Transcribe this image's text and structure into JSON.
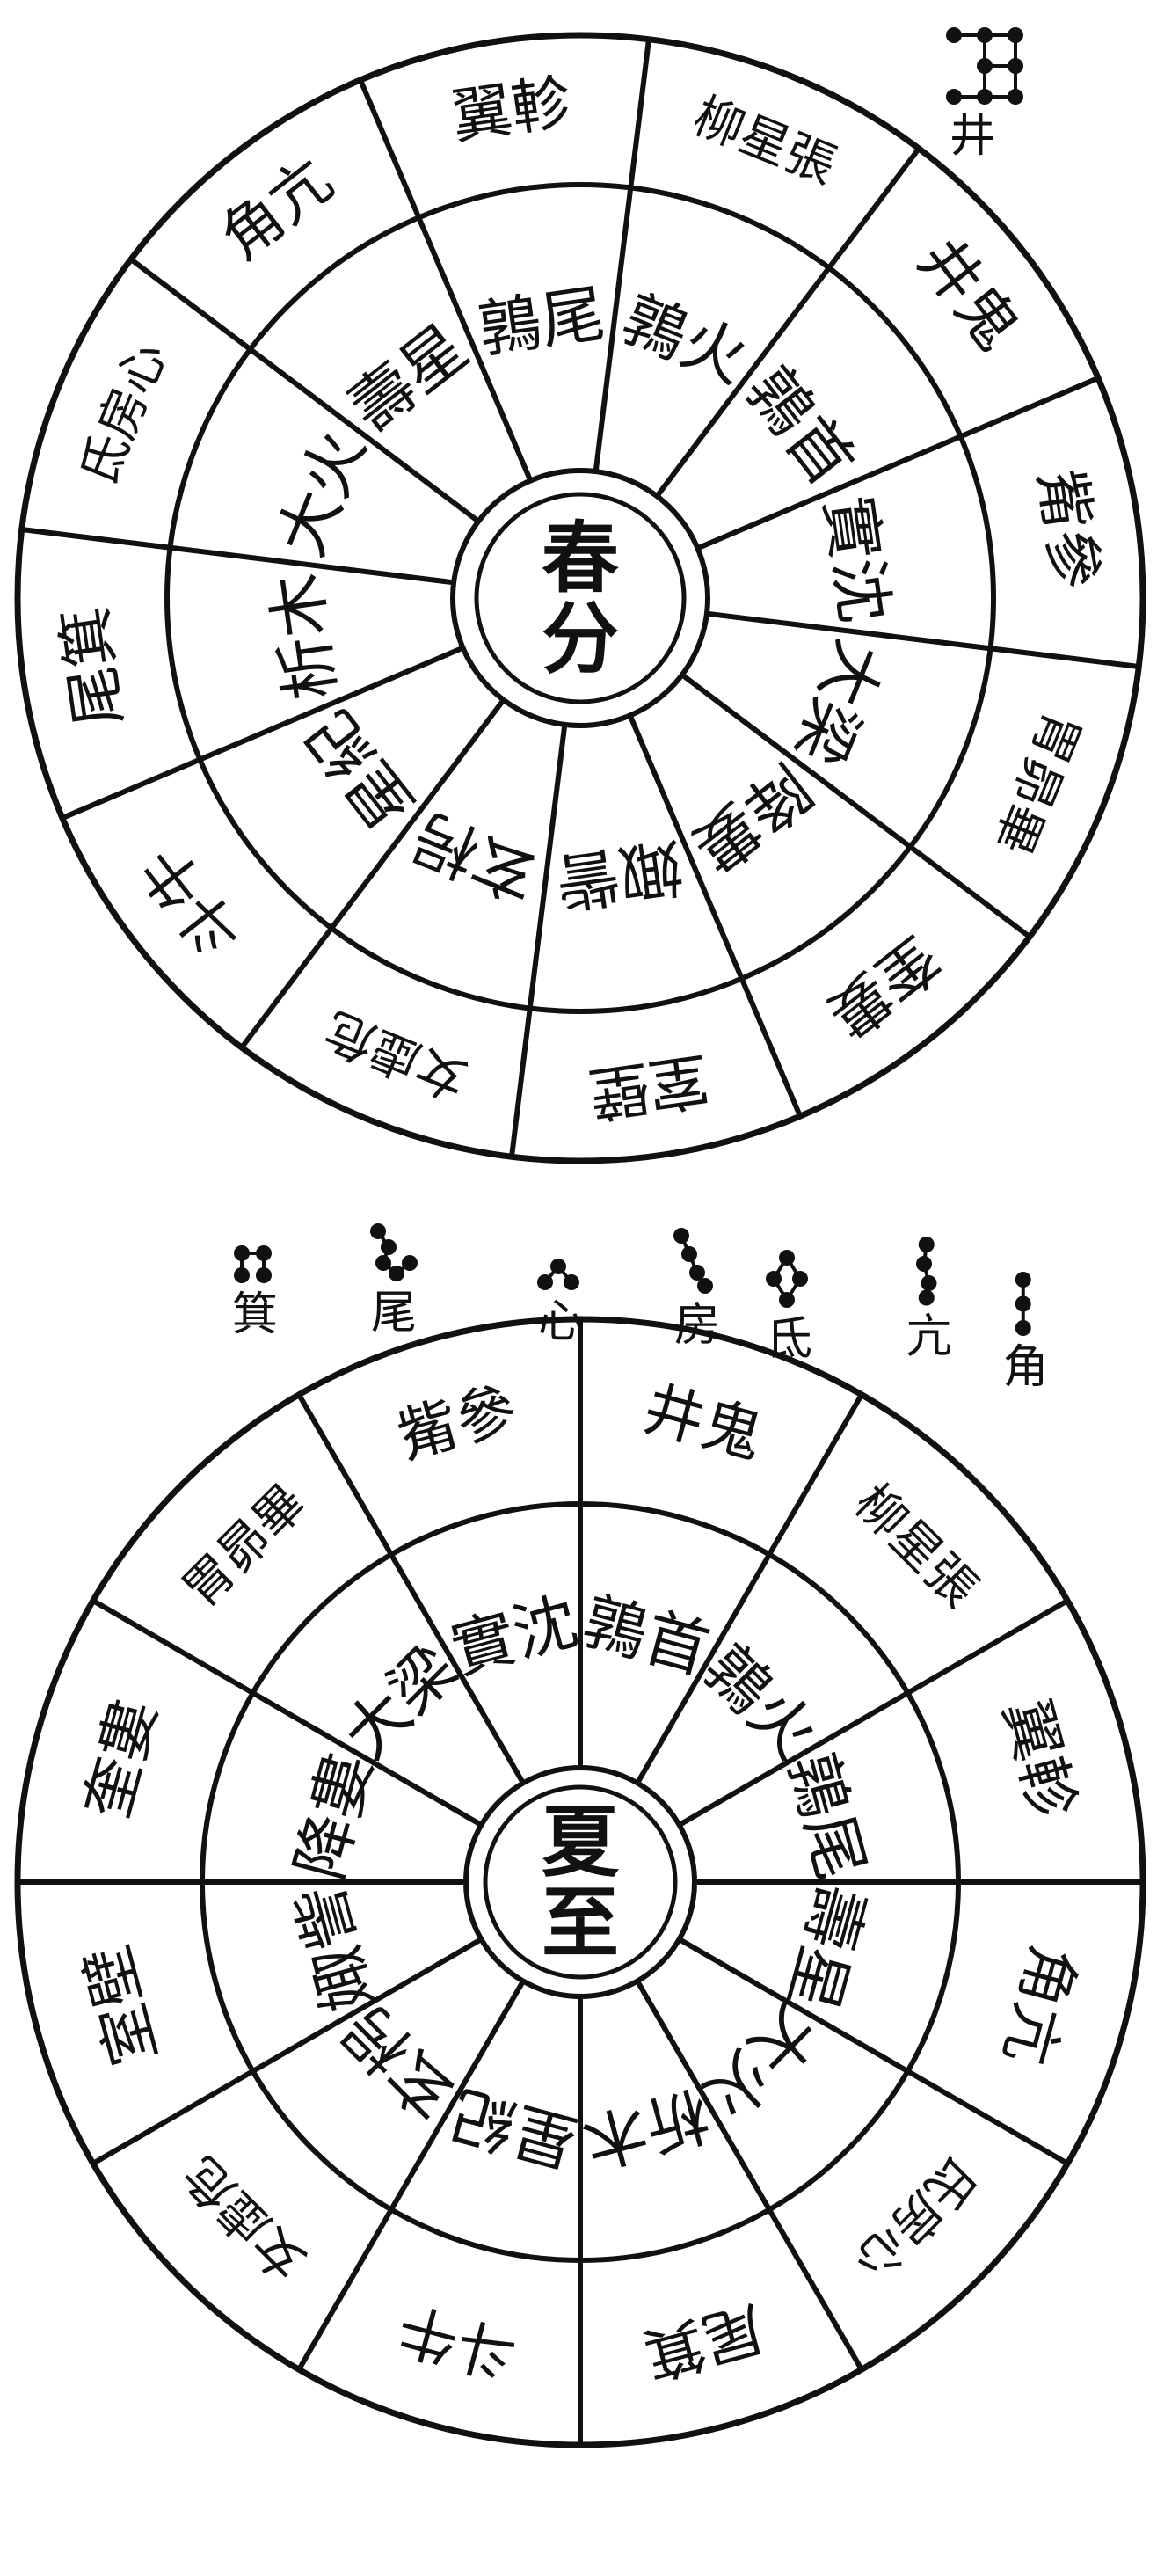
{
  "diagrams": [
    {
      "id": "spring-equinox",
      "center_label": "春分",
      "inner_ring": [
        "鶉火",
        "鶉首",
        "實沈",
        "大梁",
        "降婁",
        "娵訾",
        "玄枵",
        "星紀",
        "析木",
        "大火",
        "壽星",
        "鶉尾"
      ],
      "outer_ring": [
        "柳星張",
        "井鬼",
        "觜參",
        "胃昴畢",
        "奎婁",
        "室壁",
        "女虛危",
        "斗牛",
        "尾箕",
        "氐房心",
        "角亢",
        "翼軫"
      ],
      "constellations": [
        {
          "label": "井",
          "stars": [
            [
              0,
              0
            ],
            [
              1,
              0
            ],
            [
              2,
              0
            ],
            [
              1,
              1
            ],
            [
              2,
              1
            ],
            [
              0,
              2
            ],
            [
              1,
              2
            ],
            [
              2,
              2
            ]
          ],
          "links": [
            [
              0,
              1
            ],
            [
              1,
              2
            ],
            [
              1,
              3
            ],
            [
              2,
              4
            ],
            [
              3,
              4
            ],
            [
              3,
              6
            ],
            [
              4,
              7
            ],
            [
              5,
              6
            ],
            [
              6,
              7
            ]
          ]
        }
      ]
    },
    {
      "id": "summer-solstice",
      "center_label": "夏至",
      "inner_ring": [
        "鶉首",
        "鶉火",
        "鶉尾",
        "壽星",
        "大火",
        "析木",
        "星紀",
        "玄枵",
        "娵訾",
        "降婁",
        "大梁",
        "實沈"
      ],
      "outer_ring": [
        "井鬼",
        "柳星張",
        "翼軫",
        "角亢",
        "氐房心",
        "尾箕",
        "斗牛",
        "女虛危",
        "室壁",
        "奎婁",
        "胃昴畢",
        "觜參"
      ],
      "constellations": [
        {
          "label": "箕",
          "stars": [
            [
              0,
              0
            ],
            [
              1,
              0
            ],
            [
              0,
              1
            ],
            [
              1,
              1
            ]
          ],
          "links": [
            [
              0,
              1
            ],
            [
              0,
              2
            ],
            [
              1,
              3
            ]
          ]
        },
        {
          "label": "尾",
          "stars": [
            [
              0,
              0
            ],
            [
              0.4,
              0.6
            ],
            [
              0.2,
              1.2
            ],
            [
              0.7,
              1.6
            ],
            [
              1.2,
              1.2
            ]
          ],
          "links": [
            [
              0,
              1
            ],
            [
              1,
              2
            ],
            [
              2,
              3
            ],
            [
              3,
              4
            ]
          ]
        },
        {
          "label": "心",
          "stars": [
            [
              0,
              0.6
            ],
            [
              0.5,
              0
            ],
            [
              1,
              0.6
            ]
          ],
          "links": [
            [
              0,
              1
            ],
            [
              1,
              2
            ]
          ]
        },
        {
          "label": "房",
          "stars": [
            [
              0,
              0
            ],
            [
              0.3,
              0.7
            ],
            [
              0.6,
              1.4
            ],
            [
              0.9,
              1.9
            ]
          ],
          "links": [
            [
              0,
              1
            ],
            [
              1,
              2
            ],
            [
              2,
              3
            ]
          ]
        },
        {
          "label": "氐",
          "stars": [
            [
              0.5,
              0
            ],
            [
              0,
              0.8
            ],
            [
              1,
              0.8
            ],
            [
              0.5,
              1.6
            ]
          ],
          "links": [
            [
              0,
              1
            ],
            [
              0,
              2
            ],
            [
              1,
              3
            ],
            [
              2,
              3
            ]
          ]
        },
        {
          "label": "亢",
          "stars": [
            [
              0.5,
              0
            ],
            [
              0.4,
              0.8
            ],
            [
              0.6,
              1.6
            ],
            [
              0.5,
              2.2
            ]
          ],
          "links": [
            [
              0,
              1
            ],
            [
              1,
              2
            ],
            [
              2,
              3
            ]
          ]
        },
        {
          "label": "角",
          "stars": [
            [
              0.5,
              0
            ],
            [
              0.5,
              1
            ],
            [
              0.5,
              2
            ]
          ],
          "links": [
            [
              0,
              1
            ],
            [
              1,
              2
            ]
          ]
        }
      ]
    }
  ]
}
